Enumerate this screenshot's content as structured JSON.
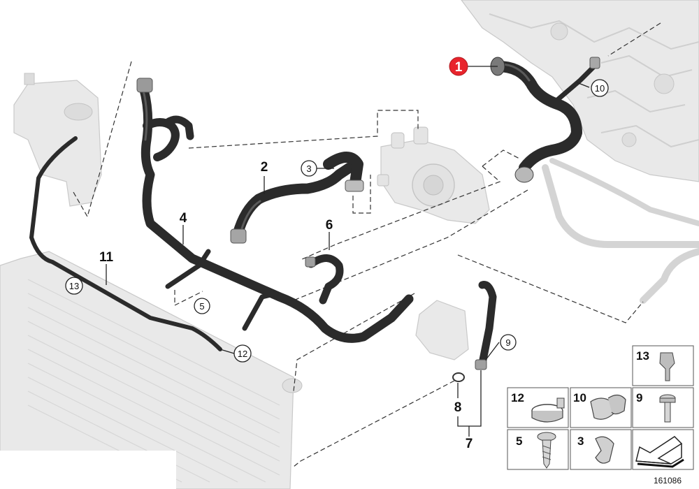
{
  "callouts": {
    "c1": "1",
    "c2": "2",
    "c3": "3",
    "c4": "4",
    "c5": "5",
    "c6": "6",
    "c7": "7",
    "c8": "8",
    "c9": "9",
    "c10": "10",
    "c11": "11",
    "c12": "12",
    "c13": "13"
  },
  "legend": {
    "r1": [
      "13",
      "",
      "",
      ""
    ],
    "r2": [
      "12",
      "10",
      "9",
      ""
    ],
    "r3": [
      "5",
      "3",
      "",
      ""
    ]
  },
  "legend_cells": {
    "a": "13",
    "b": "12",
    "c": "10",
    "d": "9",
    "e": "5",
    "f": "3"
  },
  "diagram_id": "161086",
  "colors": {
    "highlight": "#e8242c",
    "hose": "#2b2b2b",
    "ghost": "#d4d4d4"
  }
}
